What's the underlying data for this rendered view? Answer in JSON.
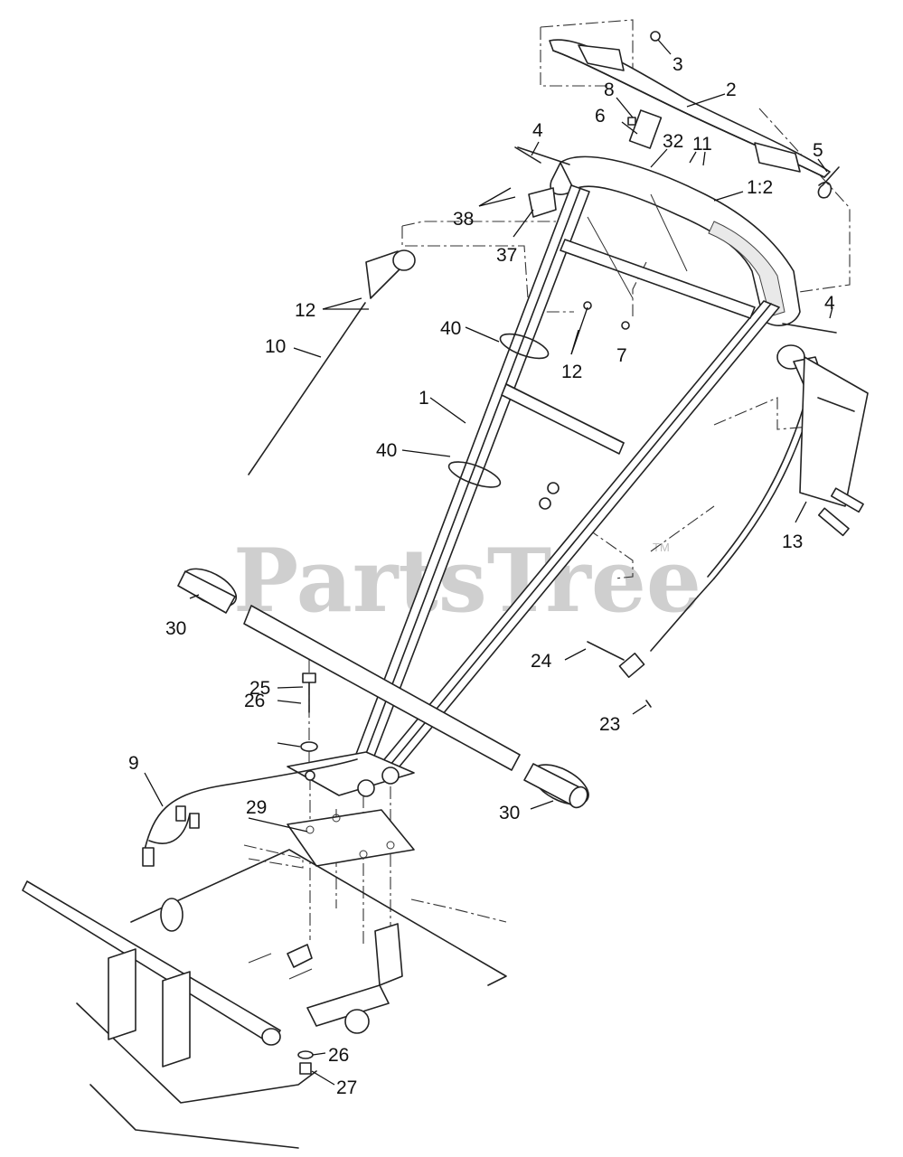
{
  "watermark": {
    "text": "PartsTree",
    "trademark": "TM"
  },
  "callouts": {
    "c1": "1",
    "c1_2": "1:2",
    "c2": "2",
    "c3": "3",
    "c4a": "4",
    "c4b": "4",
    "c5": "5",
    "c6": "6",
    "c7": "7",
    "c8": "8",
    "c9": "9",
    "c10": "10",
    "c11": "11",
    "c12a": "12",
    "c12b": "12",
    "c13": "13",
    "c23": "23",
    "c24": "24",
    "c25": "25",
    "c26a": "26",
    "c26b": "26",
    "c27": "27",
    "c29": "29",
    "c30a": "30",
    "c30b": "30",
    "c32": "32",
    "c37": "37",
    "c38": "38",
    "c40a": "40",
    "c40b": "40"
  }
}
